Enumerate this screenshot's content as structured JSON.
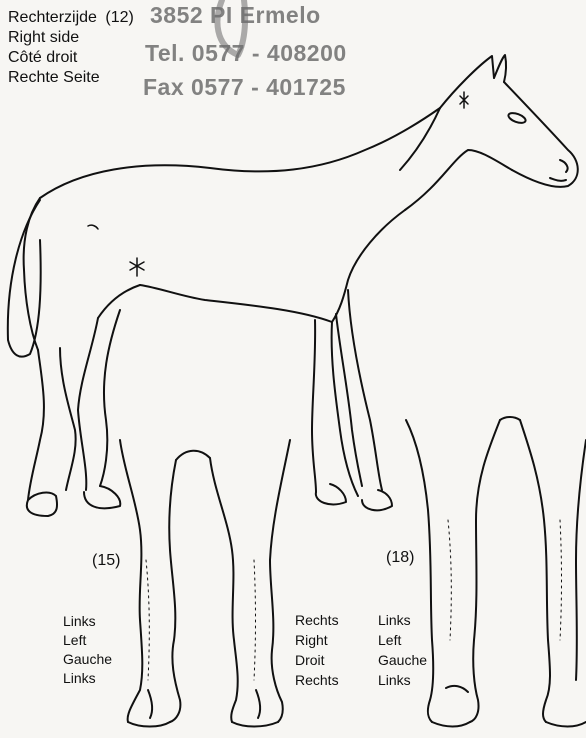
{
  "side_labels": {
    "prefix": "Rechterzijde",
    "number": "(12)",
    "lines": [
      "Right side",
      "Côté droit",
      "Rechte Seite"
    ]
  },
  "stamp": {
    "line1": "3852 PI Ermelo",
    "line2": "Tel. 0577 - 408200",
    "line3": "Fax 0577 - 401725"
  },
  "front_view": {
    "number": "(15)",
    "left_labels": [
      "Links",
      "Left",
      "Gauche",
      "Links"
    ],
    "right_labels": [
      "Rechts",
      "Right",
      "Droit",
      "Rechts"
    ]
  },
  "hind_view": {
    "number": "(18)",
    "left_labels": [
      "Links",
      "Left",
      "Gauche",
      "Links"
    ]
  },
  "colors": {
    "ink": "#111111",
    "stamp": "#6e6e6e",
    "paper": "#f7f6f3"
  }
}
